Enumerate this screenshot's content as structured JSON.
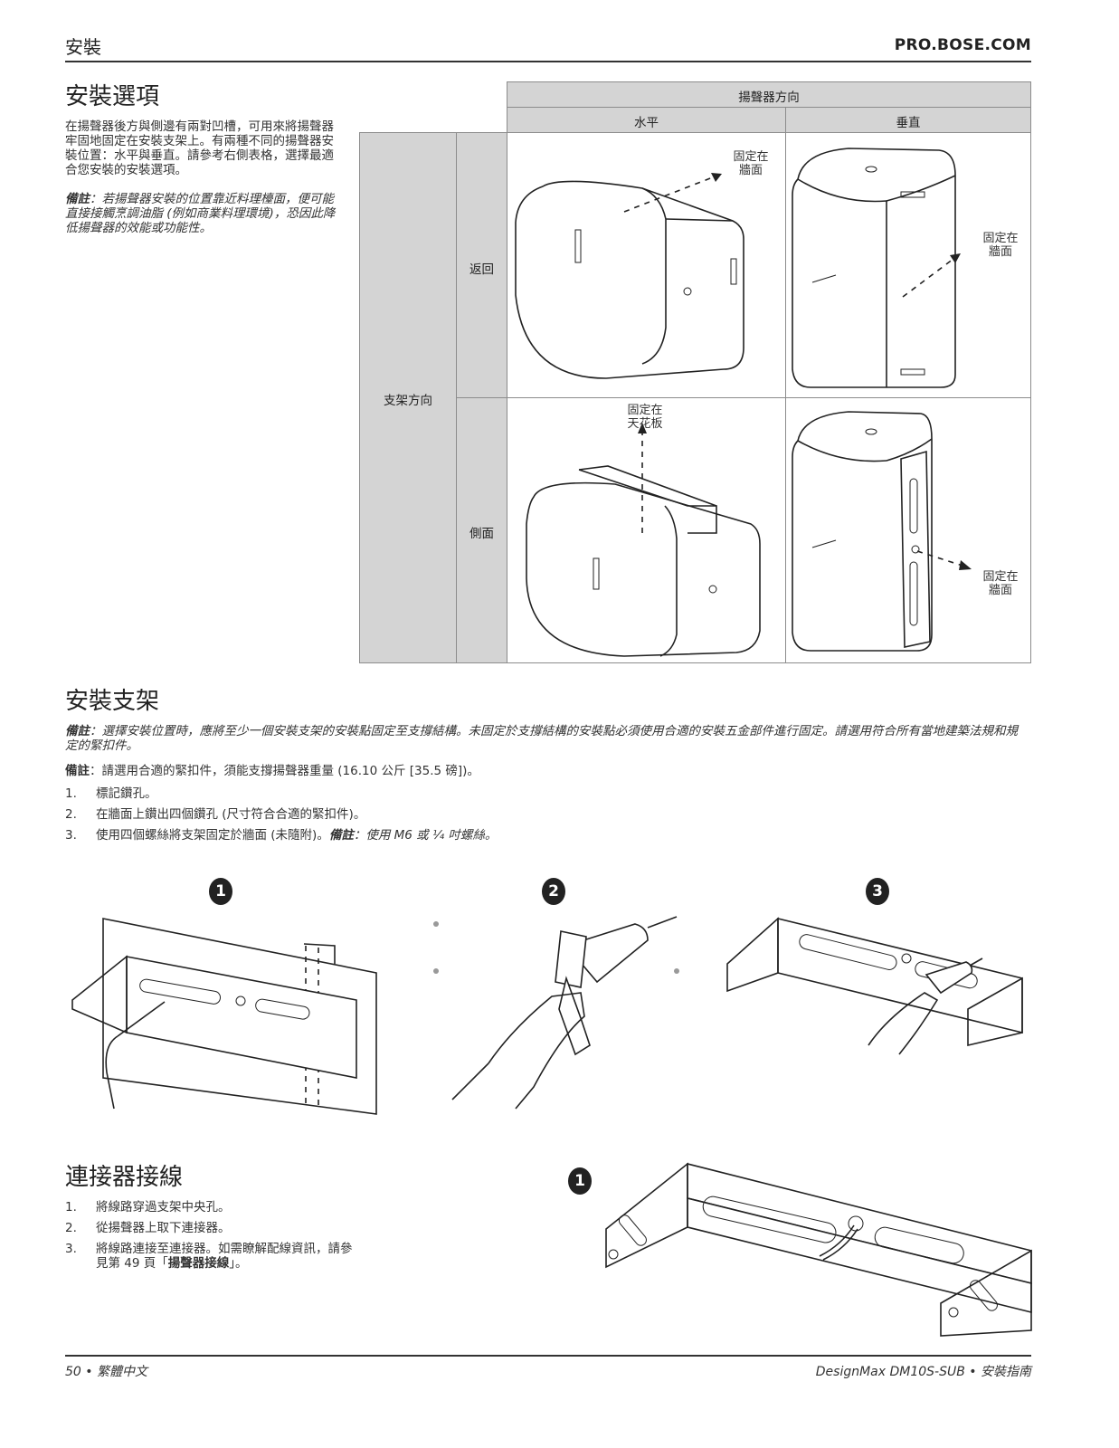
{
  "header": {
    "section": "安裝",
    "site": "PRO.BOSE.COM"
  },
  "options": {
    "title": "安裝選項",
    "intro": "在揚聲器後方與側邊有兩對凹槽，可用來將揚聲器牢固地固定在安裝支架上。有兩種不同的揚聲器安裝位置：水平與垂直。請參考右側表格，選擇最適合您安裝的安裝選項。",
    "note_label": "備註",
    "note_text": "：若揚聲器安裝的位置靠近料理檯面，便可能直接接觸烹調油脂 (例如商業料理環境)，恐因此降低揚聲器的效能或功能性。",
    "table": {
      "speaker_orientation": "揚聲器方向",
      "horizontal": "水平",
      "vertical": "垂直",
      "bracket_orientation": "支架方向",
      "back": "返回",
      "side": "側面",
      "callout_wall": "固定在\n牆面",
      "callout_ceiling": "固定在\n天花板"
    }
  },
  "bracket": {
    "title": "安裝支架",
    "note1_label": "備註",
    "note1_text": "：選擇安裝位置時，應將至少一個安裝支架的安裝點固定至支撐結構。未固定於支撐結構的安裝點必須使用合適的安裝五金部件進行固定。請選用符合所有當地建築法規和規定的緊扣件。",
    "note2_label": "備註",
    "note2_text": "：請選用合適的緊扣件，須能支撐揚聲器重量 (16.10 公斤 [35.5 磅])。",
    "steps": [
      {
        "num": "1.",
        "text": "標記鑽孔。"
      },
      {
        "num": "2.",
        "text": "在牆面上鑽出四個鑽孔 (尺寸符合合適的緊扣件)。"
      },
      {
        "num": "3.",
        "text": "使用四個螺絲將支架固定於牆面 (未隨附)。",
        "note_label": "備註",
        "note_text": "：使用 M6 或 ¼ 吋螺絲。"
      }
    ],
    "badges": [
      "1",
      "2",
      "3"
    ]
  },
  "connector": {
    "title": "連接器接線",
    "steps": [
      {
        "num": "1.",
        "text": "將線路穿過支架中央孔。"
      },
      {
        "num": "2.",
        "text": "從揚聲器上取下連接器。"
      },
      {
        "num": "3.",
        "text_a": "將線路連接至連接器。如需瞭解配線資訊，請參見第 49 頁「",
        "link": "揚聲器接線",
        "text_b": "」。"
      }
    ],
    "badge": "1"
  },
  "footer": {
    "left": "50 • 繁體中文",
    "right": "DesignMax DM10S-SUB • 安裝指南"
  }
}
